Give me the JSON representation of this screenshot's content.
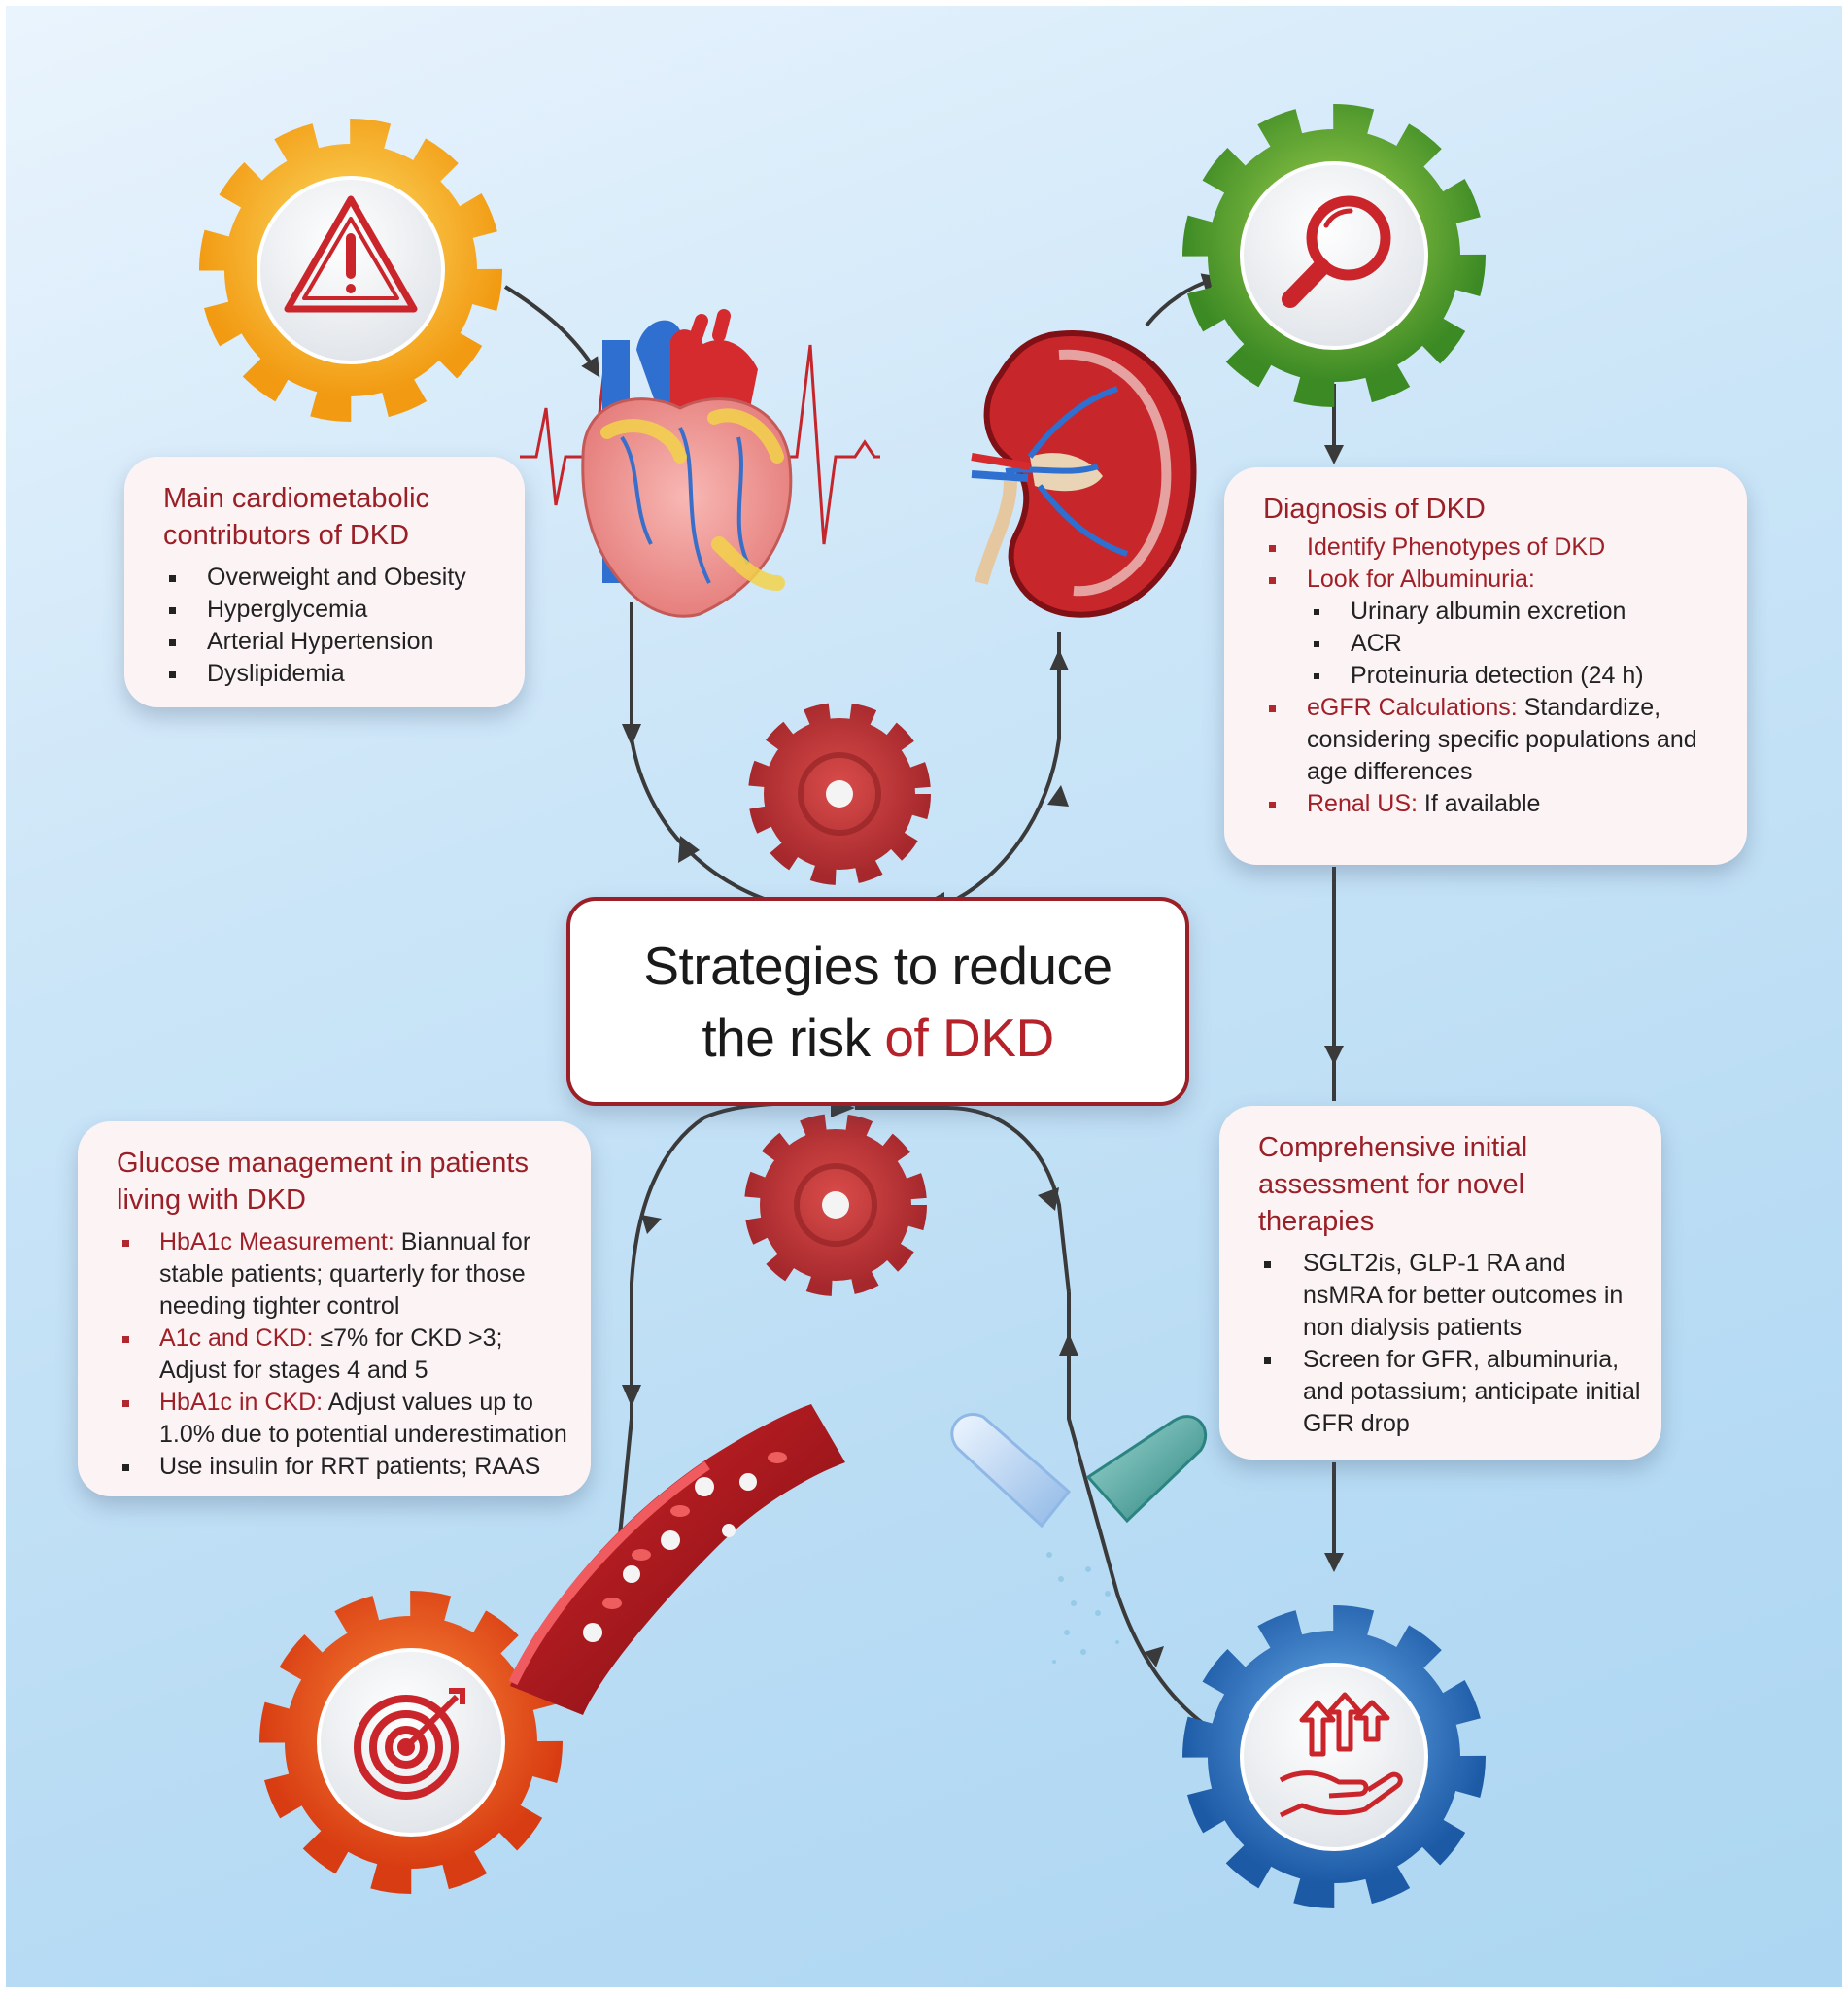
{
  "central": {
    "line1": "Strategies to reduce",
    "line2_prefix": "the risk ",
    "line2_accent": "of DKD"
  },
  "cardio": {
    "title_line1": "Main cardiometabolic",
    "title_line2": "contributors of DKD",
    "items": [
      "Overweight and Obesity",
      "Hyperglycemia",
      "Arterial Hypertension",
      "Dyslipidemia"
    ]
  },
  "diagnosis": {
    "title": "Diagnosis of DKD",
    "item1": "Identify Phenotypes of DKD",
    "item2": "Look  for Albuminuria:",
    "subitems": [
      "Urinary albumin excretion",
      "ACR",
      "Proteinuria detection (24 h)"
    ],
    "item3_lead": "eGFR Calculations:",
    "item3_text": " Standardize, considering specific populations and age differences",
    "item4_lead": "Renal US:",
    "item4_text": " If available"
  },
  "glucose": {
    "title_line1": "Glucose management in patients",
    "title_line2": "living with DKD",
    "item1_lead": "HbA1c Measurement:",
    "item1_text": " Biannual for stable patients; quarterly for those needing tighter control",
    "item2_lead": "A1c and CKD:",
    "item2_text": " ≤7% for CKD >3; Adjust for stages 4 and 5",
    "item3_lead": "HbA1c in CKD:",
    "item3_text": " Adjust values up to 1.0% due to potential underestimation",
    "item4": "Use insulin for RRT patients; RAAS"
  },
  "comprehensive": {
    "title_line1": "Comprehensive initial",
    "title_line2": "assessment for novel",
    "title_line3": "therapies",
    "items": [
      "SGLT2is, GLP-1 RA and nsMRA for better outcomes in non dialysis patients",
      "Screen for GFR, albuminuria, and potassium; anticipate initial GFR drop"
    ]
  },
  "colors": {
    "accent_red": "#9a1f26",
    "gear_yellow": "#f5b21c",
    "gear_green": "#5aa22f",
    "gear_orange": "#ee5a1e",
    "gear_blue": "#2f78c4",
    "gear_red_center": "#c2393b",
    "card_bg": "#fcf3f5"
  },
  "icons": {
    "gear_top_left": "warning-icon",
    "gear_top_right": "magnifier-icon",
    "gear_bottom_left": "target-icon",
    "gear_bottom_right": "hand-arrows-icon"
  }
}
